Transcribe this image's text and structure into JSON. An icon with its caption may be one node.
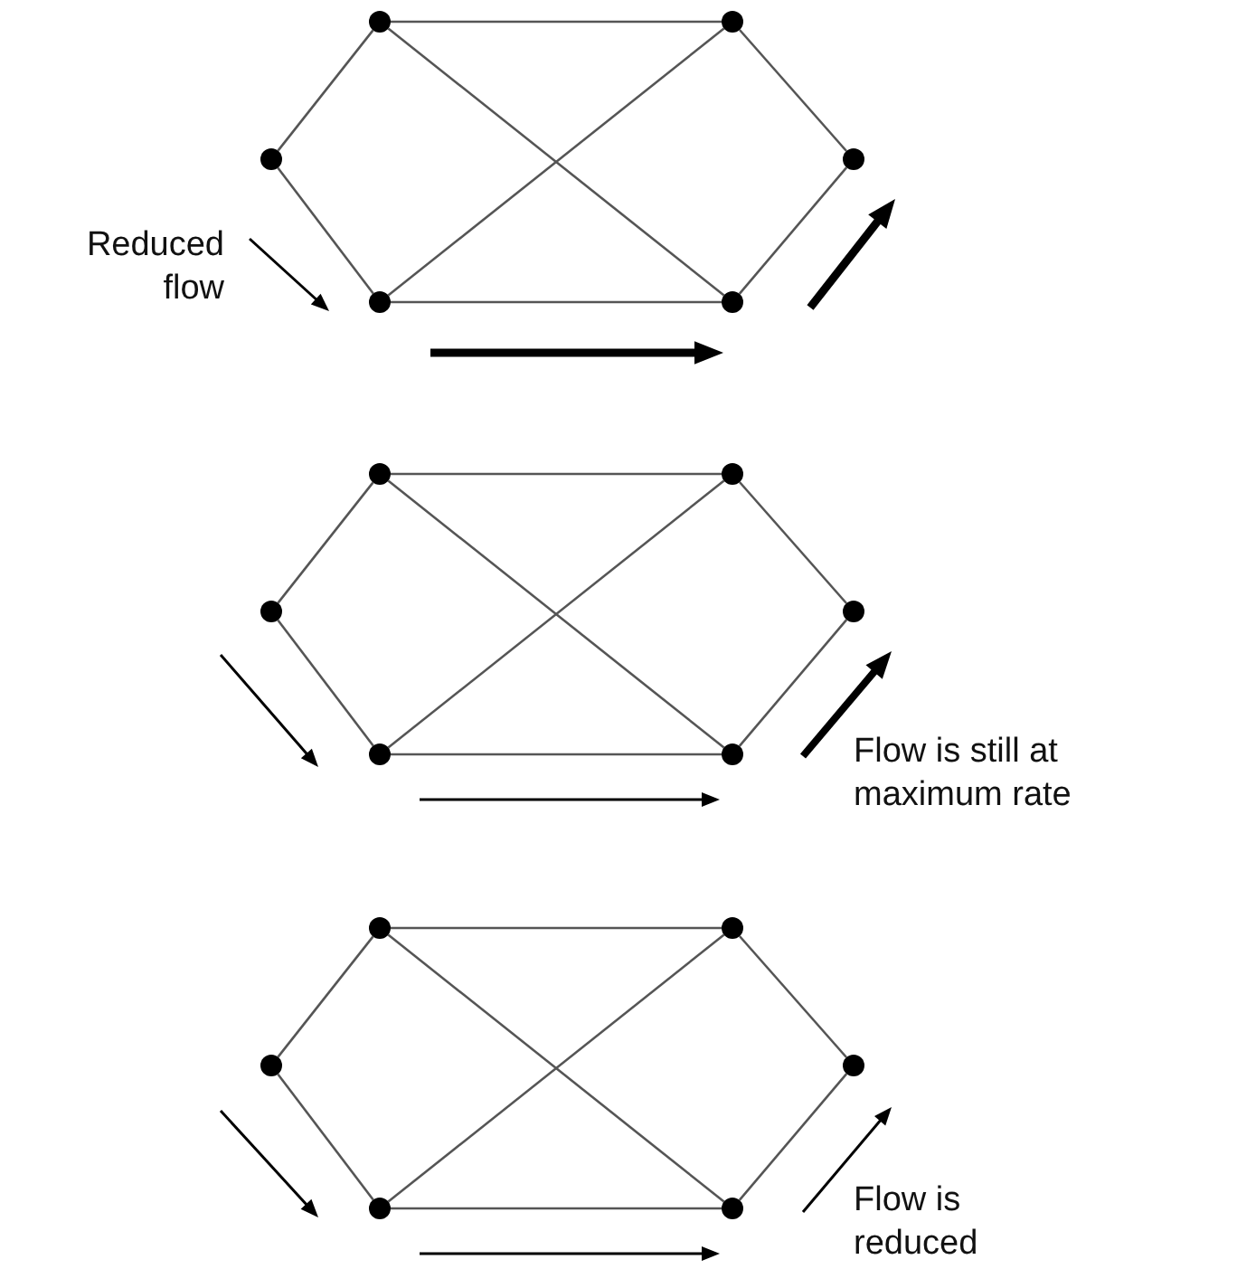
{
  "diagram": {
    "nodes": [
      {
        "text": [],
        "shape": "circle"
      },
      {
        "text": [],
        "shape": "circle"
      },
      {
        "text": [],
        "shape": "circle"
      },
      {
        "text": [],
        "shape": "circle"
      },
      {
        "text": [],
        "shape": "circle"
      },
      {
        "text": [],
        "shape": "circle"
      },
      {
        "text": [],
        "shape": "circle"
      },
      {
        "text": [],
        "shape": "circle"
      },
      {
        "text": [],
        "shape": "circle"
      },
      {
        "text": [],
        "shape": "circle"
      },
      {
        "text": [],
        "shape": "circle"
      },
      {
        "text": [],
        "shape": "circle"
      },
      {
        "text": [],
        "shape": "circle"
      },
      {
        "text": [],
        "shape": "circle"
      },
      {
        "text": [],
        "shape": "circle"
      },
      {
        "text": [],
        "shape": "circle"
      },
      {
        "text": [],
        "shape": "circle"
      },
      {
        "text": [],
        "shape": "circle"
      }
    ],
    "edges": [
      {
        "from": 2,
        "to": 0,
        "arrow": "none"
      },
      {
        "from": 2,
        "to": 4,
        "arrow": "none"
      },
      {
        "from": 0,
        "to": 1,
        "arrow": "none"
      },
      {
        "from": 0,
        "to": 5,
        "arrow": "none"
      },
      {
        "from": 4,
        "to": 1,
        "arrow": "none"
      },
      {
        "from": 4,
        "to": 5,
        "arrow": "none"
      },
      {
        "from": 1,
        "to": 3,
        "arrow": "none"
      },
      {
        "from": 5,
        "to": 3,
        "arrow": "none"
      },
      {
        "from": 8,
        "to": 6,
        "arrow": "none"
      },
      {
        "from": 8,
        "to": 10,
        "arrow": "none"
      },
      {
        "from": 6,
        "to": 7,
        "arrow": "none"
      },
      {
        "from": 6,
        "to": 11,
        "arrow": "none"
      },
      {
        "from": 10,
        "to": 7,
        "arrow": "none"
      },
      {
        "from": 10,
        "to": 11,
        "arrow": "none"
      },
      {
        "from": 7,
        "to": 9,
        "arrow": "none"
      },
      {
        "from": 11,
        "to": 9,
        "arrow": "none"
      },
      {
        "from": 14,
        "to": 12,
        "arrow": "none"
      },
      {
        "from": 14,
        "to": 16,
        "arrow": "none"
      },
      {
        "from": 12,
        "to": 13,
        "arrow": "none"
      },
      {
        "from": 12,
        "to": 17,
        "arrow": "none"
      },
      {
        "from": 16,
        "to": 13,
        "arrow": "none"
      },
      {
        "from": 16,
        "to": 17,
        "arrow": "none"
      },
      {
        "from": 13,
        "to": 15,
        "arrow": "none"
      },
      {
        "from": 17,
        "to": 15,
        "arrow": "none"
      }
    ],
    "labels": [
      "Reduced flow",
      "Flow is still at maximum rate",
      "Flow is reduced"
    ]
  }
}
